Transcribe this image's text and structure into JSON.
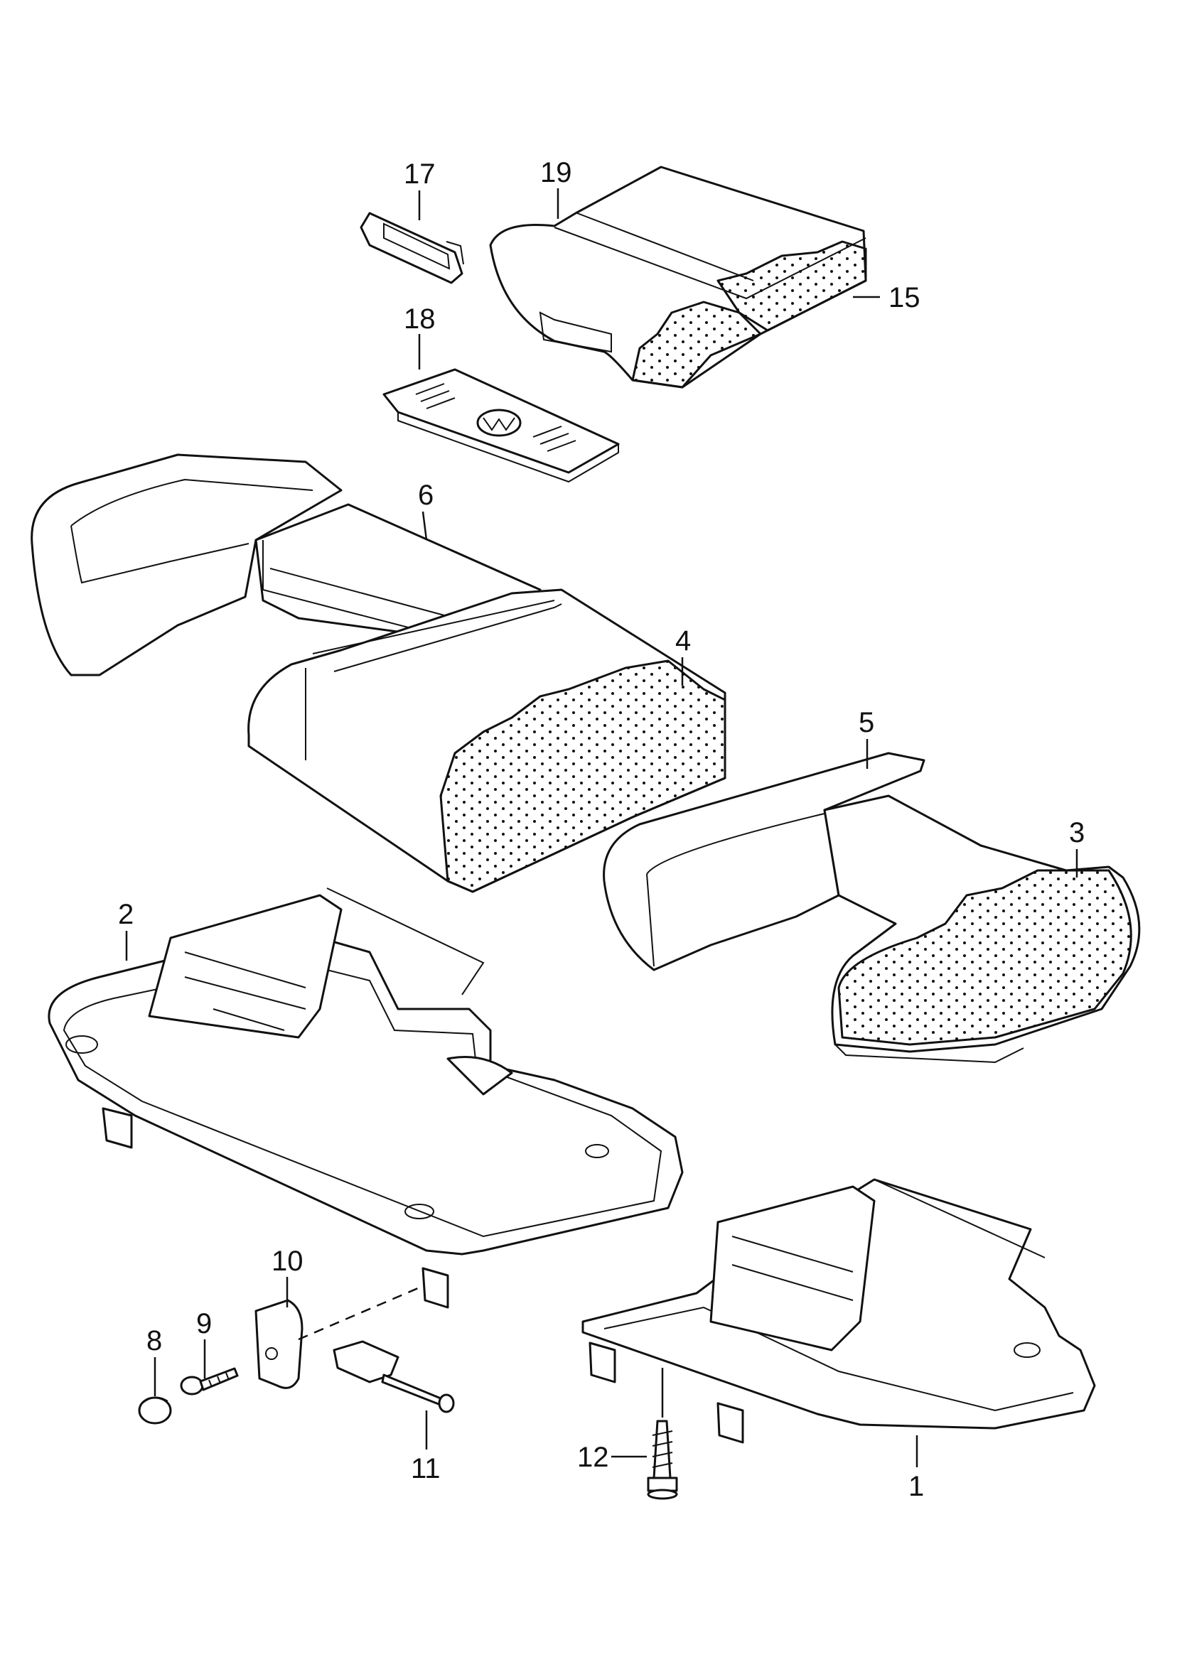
{
  "callouts": {
    "p1": "1",
    "p2": "2",
    "p3": "3",
    "p4": "4",
    "p5": "5",
    "p6": "6",
    "p8": "8",
    "p9": "9",
    "p10": "10",
    "p11": "11",
    "p12": "12",
    "p15": "15",
    "p17": "17",
    "p18": "18",
    "p19": "19"
  }
}
